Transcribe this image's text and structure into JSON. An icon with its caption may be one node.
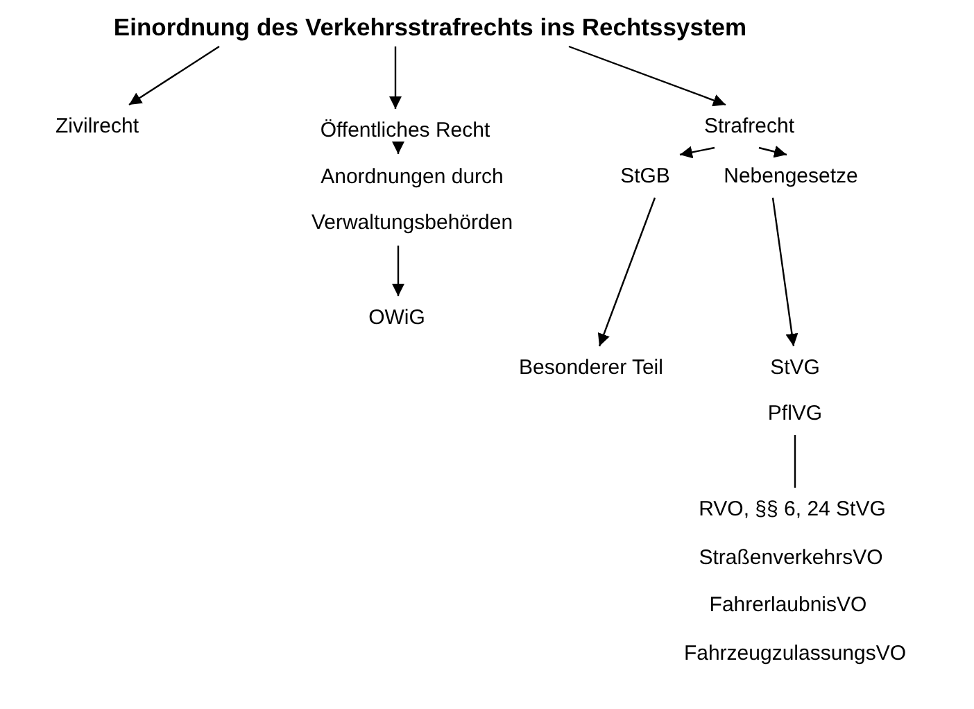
{
  "diagram": {
    "nodes": [
      {
        "text": [
          "Einordnung des Verkehrsstrafrechts ins Rechtssystem"
        ]
      },
      {
        "text": [
          "Zivilrecht"
        ]
      },
      {
        "text": [
          "Öffentliches Recht"
        ]
      },
      {
        "text": [
          "Anordnungen durch Verwaltungsbehörden"
        ]
      },
      {
        "text": [
          "OWiG"
        ]
      },
      {
        "text": [
          "Strafrecht"
        ]
      },
      {
        "text": [
          "StGB"
        ]
      },
      {
        "text": [
          "Nebengesetze"
        ]
      },
      {
        "text": [
          "Besonderer Teil"
        ]
      },
      {
        "text": [
          "StVG"
        ]
      },
      {
        "text": [
          "PflVG"
        ]
      },
      {
        "text": [
          "RVO, §§ 6, 24 StVG"
        ]
      },
      {
        "text": [
          "StraßenverkehrsVO"
        ]
      },
      {
        "text": [
          "FahrerlaubnisVO"
        ]
      },
      {
        "text": [
          "FahrzeugzulassungsVO"
        ]
      }
    ],
    "edges": [
      {
        "from": 0,
        "to": 1,
        "arrow": "to"
      },
      {
        "from": 0,
        "to": 2,
        "arrow": "to"
      },
      {
        "from": 0,
        "to": 5,
        "arrow": "to"
      },
      {
        "from": 2,
        "to": 3,
        "arrow": "to"
      },
      {
        "from": 3,
        "to": 4,
        "arrow": "to"
      },
      {
        "from": 5,
        "to": 6,
        "arrow": "to"
      },
      {
        "from": 5,
        "to": 7,
        "arrow": "to"
      },
      {
        "from": 6,
        "to": 8,
        "arrow": "to"
      },
      {
        "from": 7,
        "to": 9,
        "arrow": "to"
      },
      {
        "from": 10,
        "to": 11,
        "arrow": "none"
      }
    ]
  }
}
